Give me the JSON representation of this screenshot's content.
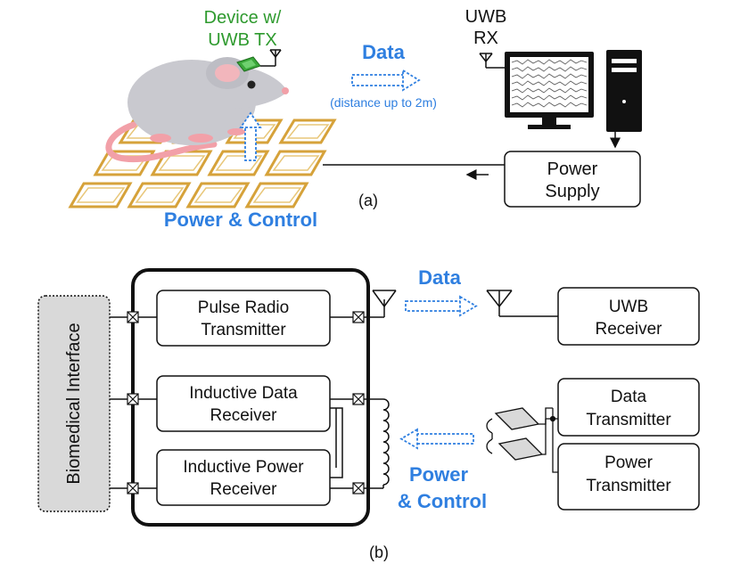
{
  "colors": {
    "accent_blue": "#2f7fe0",
    "device_green": "#2e9a2e",
    "coil_gold": "#d6a23a",
    "interface_gray": "#d9d9d9"
  },
  "panel_a": {
    "device_label_1": "Device w/",
    "device_label_2": "UWB TX",
    "data_label": "Data",
    "distance_label": "(distance up to 2m)",
    "rx_label_1": "UWB",
    "rx_label_2": "RX",
    "power_supply_1": "Power",
    "power_supply_2": "Supply",
    "power_control": "Power & Control",
    "caption": "(a)"
  },
  "panel_b": {
    "biomedical_interface": "Biomedical Interface",
    "pulse_radio_1": "Pulse Radio",
    "pulse_radio_2": "Transmitter",
    "inductive_data_1": "Inductive Data",
    "inductive_data_2": "Receiver",
    "inductive_power_1": "Inductive Power",
    "inductive_power_2": "Receiver",
    "data_label": "Data",
    "uwb_receiver_1": "UWB",
    "uwb_receiver_2": "Receiver",
    "data_tx_1": "Data",
    "data_tx_2": "Transmitter",
    "power_tx_1": "Power",
    "power_tx_2": "Transmitter",
    "power_control_1": "Power",
    "power_control_2": "& Control",
    "caption": "(b)"
  }
}
